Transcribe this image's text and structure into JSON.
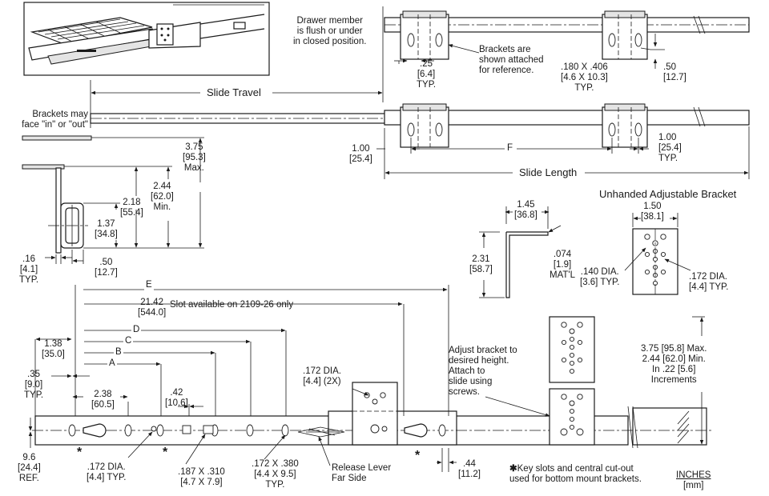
{
  "notes": {
    "flush_note": [
      "Drawer member",
      "is flush or under",
      "in closed position."
    ],
    "brackets_reference": [
      "Brackets are",
      "shown attached",
      "for reference."
    ],
    "brackets_face": [
      "Brackets may",
      "face \"in\" or \"out\""
    ],
    "adjust_bracket": [
      "Adjust bracket to",
      "desired height.",
      "Attach to",
      "slide using",
      "screws."
    ],
    "unhanded_title": "Unhanded Adjustable Bracket",
    "release_lever": [
      "Release Lever",
      "Far Side"
    ],
    "key_slots": [
      "Key slots and central cut-out",
      "used for bottom mount brackets."
    ],
    "key_slots_star": "✱",
    "slot_available": "Slot available on 2109-26 only",
    "units": [
      "INCHES",
      "[mm]"
    ]
  },
  "dims": {
    "slide_travel": "Slide Travel",
    "slide_length": "Slide Length",
    "d_25": [
      ".25",
      "[6.4]",
      "TYP."
    ],
    "d_180": [
      ".180 X  .406",
      "[4.6  X 10.3]",
      "TYP."
    ],
    "d_50_top": [
      ".50",
      "[12.7]"
    ],
    "d_100_left": [
      "1.00",
      "[25.4]"
    ],
    "d_F": "F",
    "d_100_right": [
      "1.00",
      "[25.4]",
      "TYP."
    ],
    "d_375": [
      "3.75",
      "[95.3]",
      "Max."
    ],
    "d_244": [
      "2.44",
      "[62.0]",
      "Min."
    ],
    "d_218": [
      "2.18",
      "[55.4]"
    ],
    "d_137": [
      "1.37",
      "[34.8]"
    ],
    "d_16": [
      ".16",
      "[4.1]",
      "TYP."
    ],
    "d_50_side": [
      ".50",
      "[12.7]"
    ],
    "d_145": [
      "1.45",
      "[36.8]"
    ],
    "d_231": [
      "2.31",
      "[58.7]"
    ],
    "d_074": [
      ".074",
      "[1.9]",
      "MAT'L"
    ],
    "d_150": [
      "1.50",
      "[38.1]"
    ],
    "d_140dia": [
      ".140 DIA.",
      "[3.6] TYP."
    ],
    "d_172dia_r": [
      ".172 DIA.",
      "[4.4] TYP."
    ],
    "d_E": "E",
    "d_2142": [
      "21.42",
      "[544.0]"
    ],
    "d_D": "D",
    "d_C": "C",
    "d_B": "B",
    "d_A": "A",
    "d_138": [
      "1.38",
      "[35.0]"
    ],
    "d_35": [
      ".35",
      "[9.0]",
      "TYP."
    ],
    "d_238": [
      "2.38",
      "[60.5]"
    ],
    "d_42": [
      ".42",
      "[10.6]"
    ],
    "d_172_2x": [
      ".172 DIA.",
      "[4.4] (2X)"
    ],
    "d_375_max": [
      "3.75 [95.8] Max.",
      "2.44 [62.0] Min.",
      "In .22 [5.6]",
      "Increments"
    ],
    "d_96": [
      "9.6",
      "[24.4]",
      "REF."
    ],
    "d_172_typ": [
      ".172 DIA.",
      "[4.4] TYP."
    ],
    "d_187": [
      ".187 X .310",
      "[4.7 X 7.9]"
    ],
    "d_172_380": [
      ".172 X .380",
      "[4.4 X 9.5]",
      "TYP."
    ],
    "d_44": [
      ".44",
      "[11.2]"
    ],
    "star": "*"
  }
}
